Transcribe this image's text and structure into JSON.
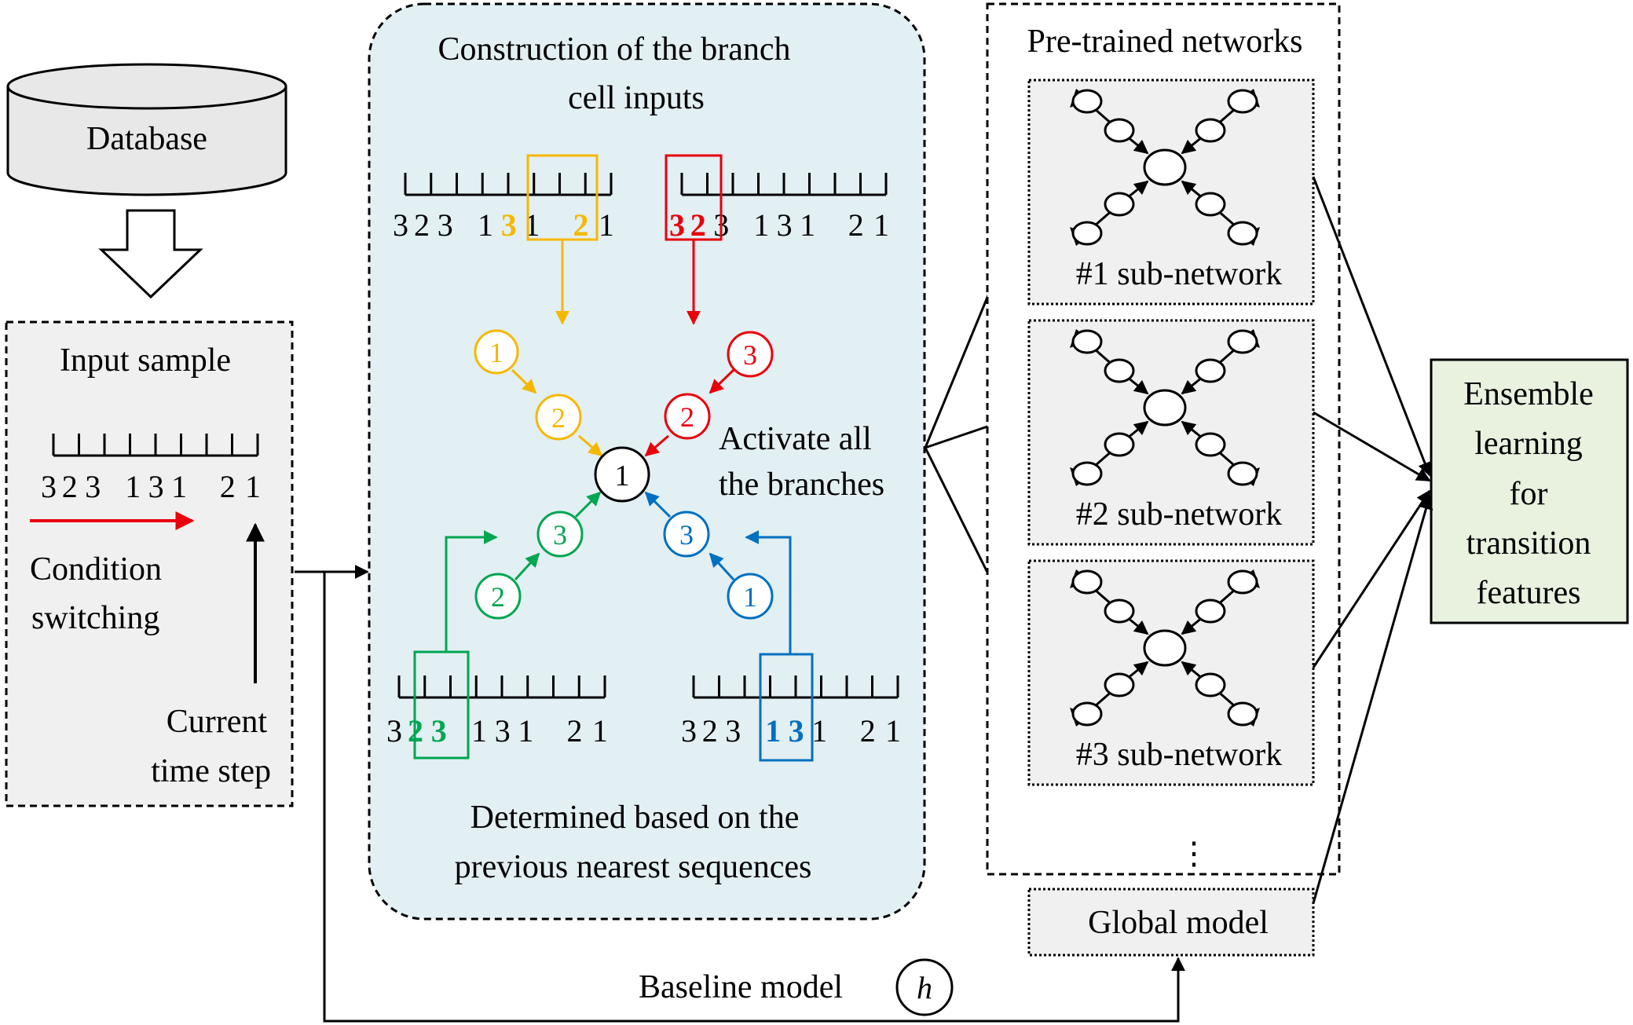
{
  "database": {
    "label": "Database"
  },
  "input_sample": {
    "title": "Input sample",
    "seq": [
      "3",
      "2",
      "3",
      "1",
      "3",
      "1",
      "2",
      "1"
    ],
    "condition_label": [
      "Condition",
      "switching"
    ],
    "current_label": [
      "Current",
      "time step"
    ]
  },
  "construction": {
    "title": [
      "Construction of the branch",
      "cell inputs"
    ],
    "bottom_text": [
      "Determined based on the",
      "previous nearest sequences"
    ],
    "center_node": "1",
    "activate_text": [
      "Activate all",
      "the branches"
    ],
    "seq": [
      "3",
      "2",
      "3",
      "1",
      "3",
      "1",
      "2",
      "1"
    ],
    "branches": {
      "yellow": [
        "1",
        "2"
      ],
      "red": [
        "3",
        "2"
      ],
      "green": [
        "2",
        "3"
      ],
      "blue": [
        "1",
        "3"
      ]
    }
  },
  "pretrained": {
    "title": "Pre-trained networks",
    "subnets": [
      "#1 sub-network",
      "#2 sub-network",
      "#3 sub-network"
    ],
    "ellipsis": "⋮"
  },
  "global_model": {
    "label": "Global model"
  },
  "ensemble": {
    "label": [
      "Ensemble",
      "learning",
      "for",
      "transition",
      "features"
    ]
  },
  "baseline": {
    "label": "Baseline model",
    "symbol": "h"
  },
  "colors": {
    "yellow": "#F5B800",
    "red": "#E8000B",
    "green": "#00A651",
    "blue": "#0070C0",
    "panel_bg": "#E2EFF3",
    "gray_bg": "#F0F0F0",
    "ensemble_bg": "#E8F2DF",
    "database_bg": "#E8E8E8"
  }
}
